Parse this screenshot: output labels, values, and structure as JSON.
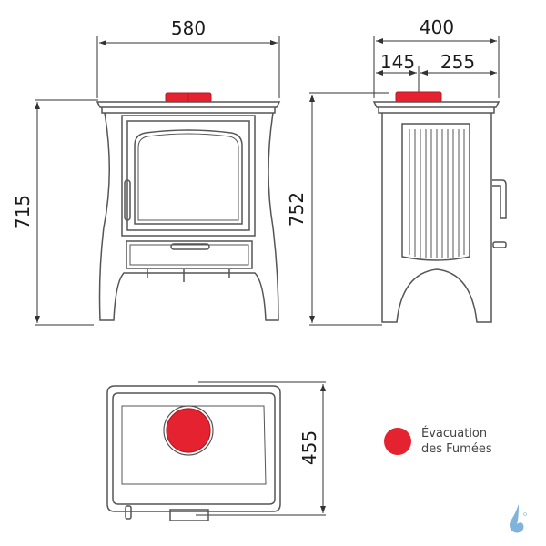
{
  "diagram": {
    "front_view": {
      "width_label": "580",
      "height_label": "715"
    },
    "side_view": {
      "depth_label": "400",
      "flue_offset_label": "145",
      "rear_label": "255",
      "height_label": "752"
    },
    "top_view": {
      "depth_label": "455"
    },
    "legend": {
      "line1": "Évacuation",
      "line2": "des Fumées",
      "color": "#e52330"
    },
    "logo": {
      "icon": "water-drop-logo-icon",
      "color": "#7fb3dc"
    }
  },
  "colors": {
    "line": "#555555",
    "flue": "#e52330",
    "dim_line": "#333333"
  }
}
